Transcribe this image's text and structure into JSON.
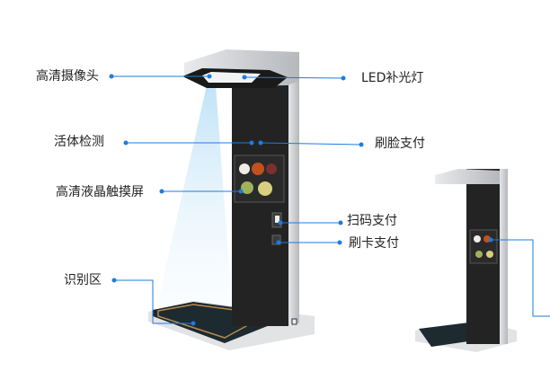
{
  "labels": {
    "camera": "高清摄像头",
    "led": "LED补光灯",
    "liveness": "活体检测",
    "face_pay": "刷脸支付",
    "touchscreen": "高清液晶触摸屏",
    "scan_pay": "扫码支付",
    "card_pay": "刷卡支付",
    "recognition_zone": "识别区"
  },
  "colors": {
    "callout": "#1e7be0",
    "device_dark": "#232323",
    "device_silver": "#c8cacd",
    "light_beam": "#bfe3f8"
  }
}
